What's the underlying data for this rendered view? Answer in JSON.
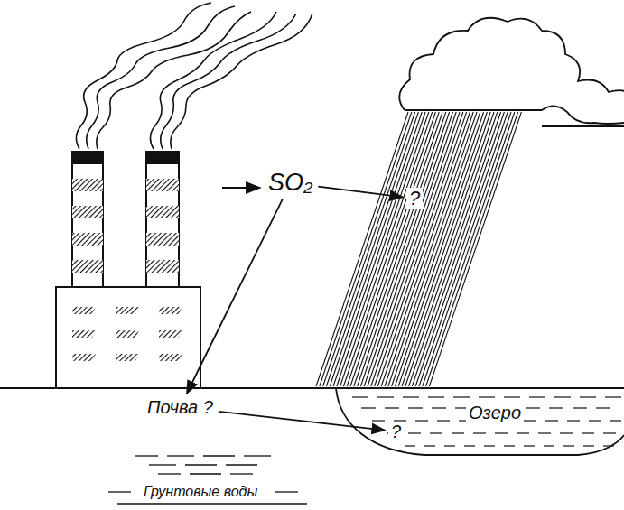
{
  "diagram": {
    "nodes": [
      {
        "text": [
          "SO₂"
        ]
      },
      {
        "text": [
          "?"
        ]
      },
      {
        "text": [
          "Почва ?"
        ]
      },
      {
        "text": [
          "?"
        ]
      }
    ],
    "edges": [
      {
        "from": 0,
        "to": 1,
        "arrow": "to"
      },
      {
        "from": 0,
        "to": 2,
        "arrow": "to"
      },
      {
        "from": 2,
        "to": 3,
        "arrow": "to"
      }
    ],
    "labels": [
      "Озеро",
      "Грунтовые воды"
    ]
  }
}
